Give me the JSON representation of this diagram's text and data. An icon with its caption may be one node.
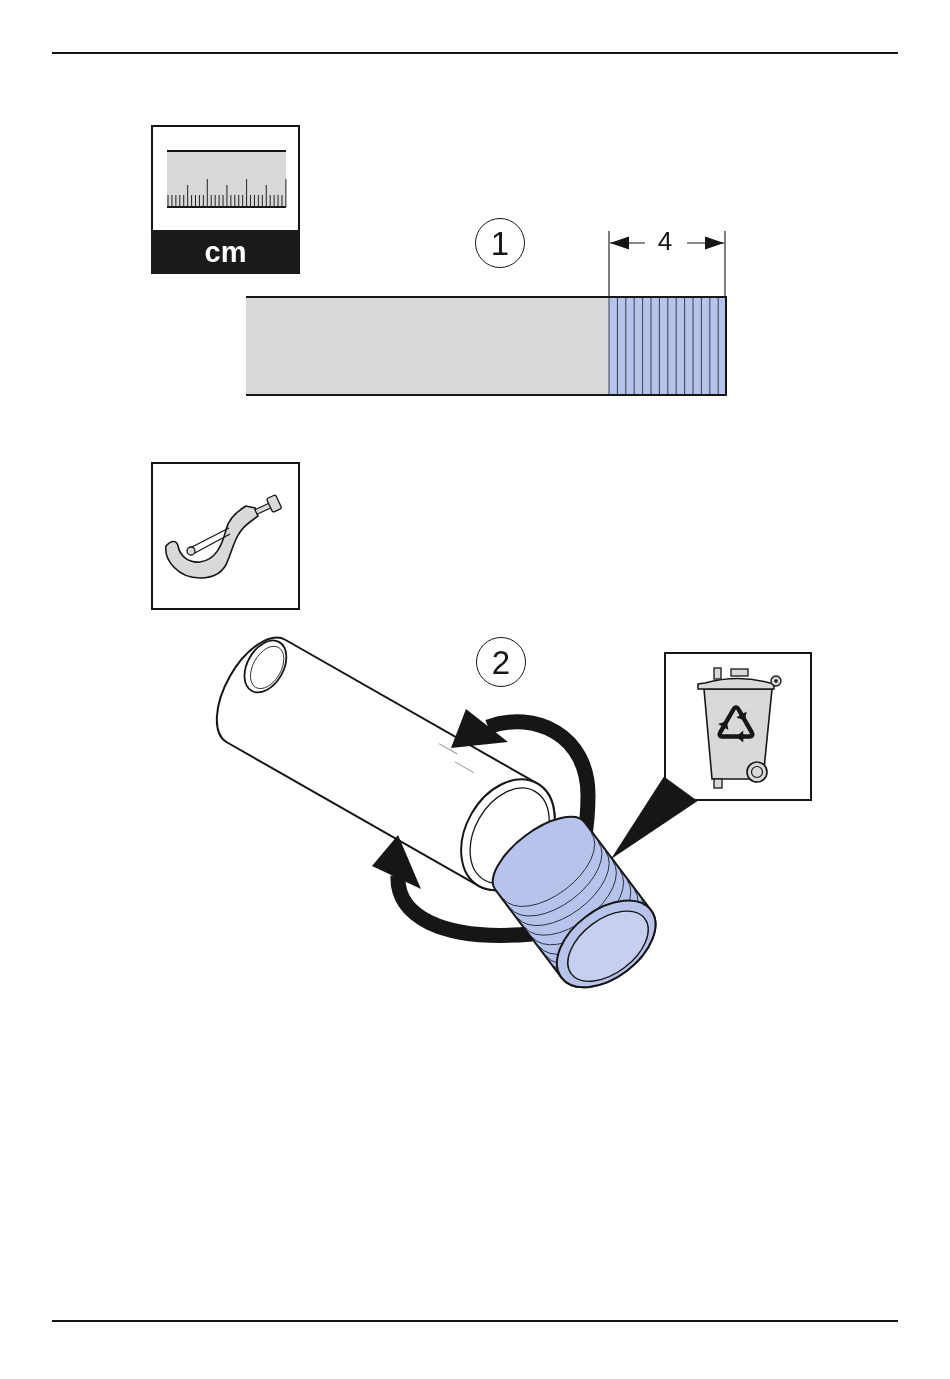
{
  "diagram": {
    "nodes": [
      {
        "text": [
          "cm"
        ]
      },
      {
        "text": [],
        "shape": "picture"
      },
      {
        "text": [],
        "shape": "picture"
      },
      {
        "text": [],
        "shape": "picture"
      }
    ],
    "edges": [
      {
        "from": 2,
        "to": 3,
        "arrow": "none"
      }
    ],
    "labels": [
      "1",
      "4",
      "2"
    ]
  }
}
